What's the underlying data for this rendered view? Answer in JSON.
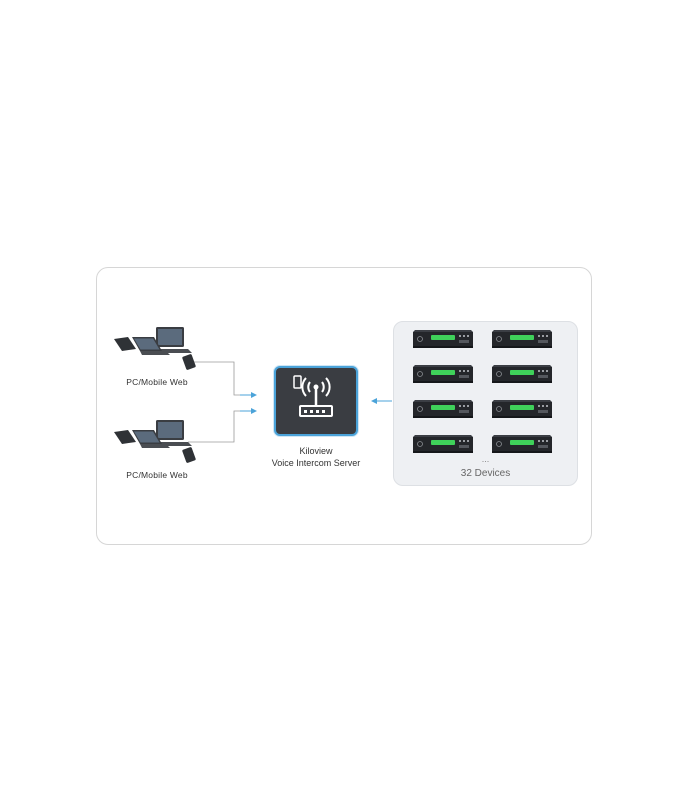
{
  "clients": [
    {
      "label": "PC/Mobile Web"
    },
    {
      "label": "PC/Mobile Web"
    }
  ],
  "server": {
    "line1": "Kiloview",
    "line2": "Voice Intercom Server"
  },
  "devices": {
    "label": "32 Devices",
    "ellipsis": "...",
    "count_shown": 8
  },
  "colors": {
    "connector": "#4ba3d9",
    "server_bg": "#3a3d42",
    "device_led": "#3fd15a",
    "panel_bg": "#eef0f3"
  },
  "icons": {
    "client": "laptop-phone-icon",
    "server": "router-wifi-icon",
    "device": "encoder-device-icon"
  }
}
